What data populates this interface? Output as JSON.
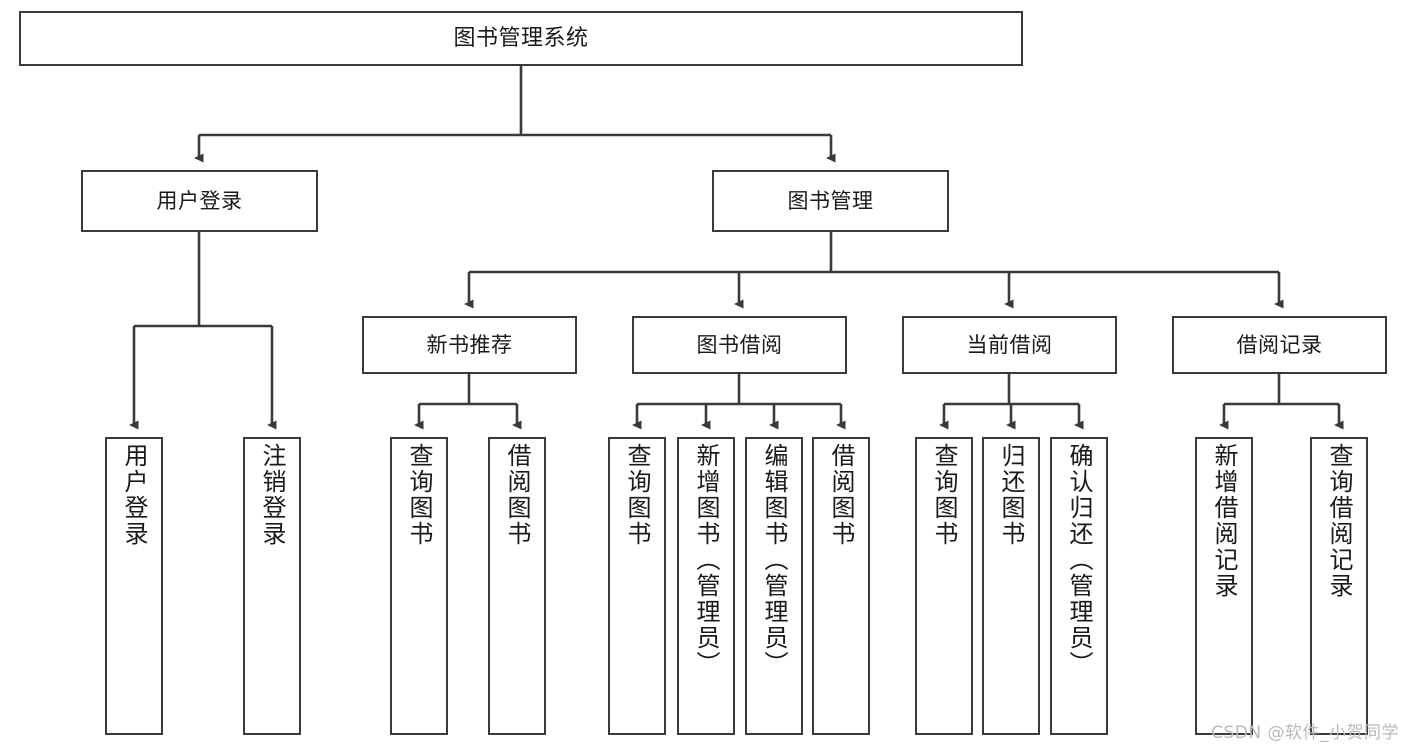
{
  "diagram": {
    "title": "图书管理系统",
    "type": "tree-hierarchy-chart",
    "root": {
      "id": "root",
      "label": "图书管理系统"
    },
    "level2": [
      {
        "id": "user-login",
        "label": "用户登录"
      },
      {
        "id": "book-manage",
        "label": "图书管理"
      }
    ],
    "level3": [
      {
        "id": "new-book-rec",
        "label": "新书推荐",
        "parent": "book-manage"
      },
      {
        "id": "book-borrow",
        "label": "图书借阅",
        "parent": "book-manage"
      },
      {
        "id": "current-borrow",
        "label": "当前借阅",
        "parent": "book-manage"
      },
      {
        "id": "borrow-record",
        "label": "借阅记录",
        "parent": "book-manage"
      }
    ],
    "leaves": {
      "user_login": [
        {
          "id": "leaf-user-login",
          "label": "用户登录"
        },
        {
          "id": "leaf-logout",
          "label": "注销登录"
        }
      ],
      "new_book_rec": [
        {
          "id": "leaf-query-book-1",
          "label": "查询图书"
        },
        {
          "id": "leaf-borrow-book-1",
          "label": "借阅图书"
        }
      ],
      "book_borrow": [
        {
          "id": "leaf-query-book-2",
          "label": "查询图书"
        },
        {
          "id": "leaf-add-book",
          "label": "新增图书（管理员）"
        },
        {
          "id": "leaf-edit-book",
          "label": "编辑图书（管理员）"
        },
        {
          "id": "leaf-borrow-book-2",
          "label": "借阅图书"
        }
      ],
      "current_borrow": [
        {
          "id": "leaf-query-book-3",
          "label": "查询图书"
        },
        {
          "id": "leaf-return-book",
          "label": "归还图书"
        },
        {
          "id": "leaf-confirm-return",
          "label": "确认归还（管理员）"
        }
      ],
      "borrow_record": [
        {
          "id": "leaf-add-record",
          "label": "新增借阅记录"
        },
        {
          "id": "leaf-query-record",
          "label": "查询借阅记录"
        }
      ]
    }
  },
  "watermark": {
    "text": "CSDN @软件_小贺同学"
  },
  "colors": {
    "stroke": "#3a3a3a",
    "fill": "#ffffff",
    "text": "#1a1a1a",
    "watermark": "#b9b9b9"
  }
}
